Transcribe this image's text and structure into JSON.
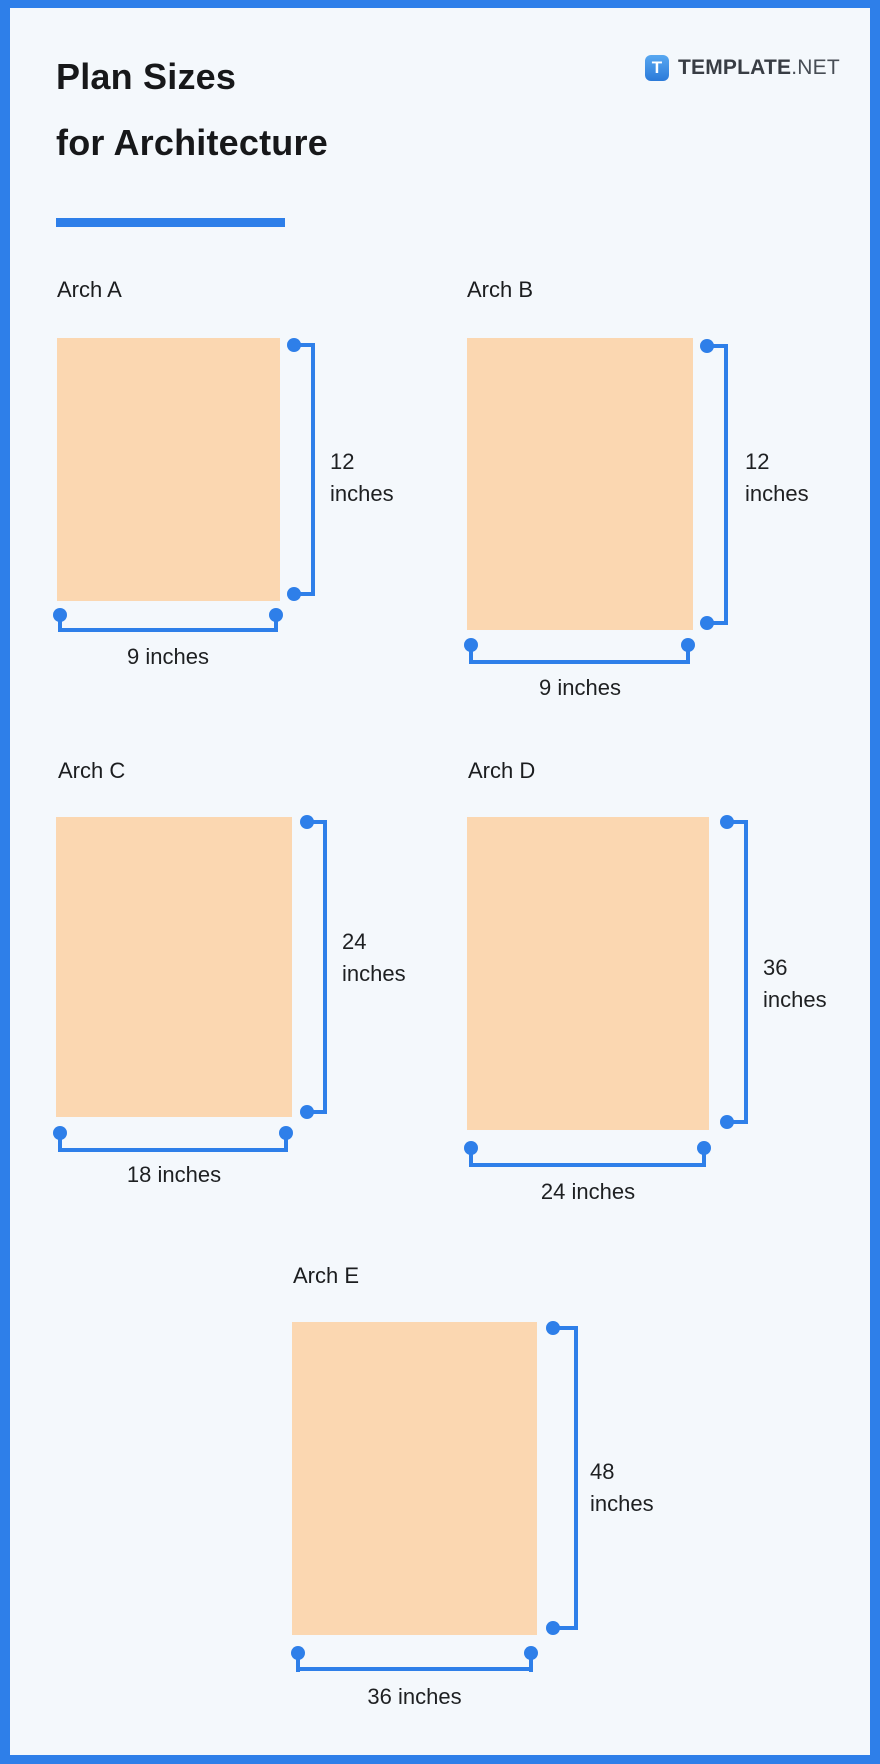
{
  "header": {
    "title_line1": "Plan Sizes",
    "title_line2": "for Architecture"
  },
  "logo": {
    "icon_letter": "T",
    "brand": "TEMPLATE",
    "suffix": ".NET"
  },
  "colors": {
    "accent_blue": "#2e7fe9",
    "sheet_peach": "#fbd7b1",
    "canvas_background": "#f4f8fc",
    "frame_border": "#2e7fe9",
    "title_text": "#17181a",
    "body_text": "#1e2022",
    "logo_text": "#383d44"
  },
  "sections": [
    {
      "label": "Arch A",
      "height_value": "12",
      "height_unit": "inches",
      "width_label": "9 inches"
    },
    {
      "label": "Arch B",
      "height_value": "12",
      "height_unit": "inches",
      "width_label": "9 inches"
    },
    {
      "label": "Arch C",
      "height_value": "24",
      "height_unit": "inches",
      "width_label": "18 inches"
    },
    {
      "label": "Arch D",
      "height_value": "36",
      "height_unit": "inches",
      "width_label": "24 inches"
    },
    {
      "label": "Arch E",
      "height_value": "48",
      "height_unit": "inches",
      "width_label": "36 inches"
    }
  ]
}
